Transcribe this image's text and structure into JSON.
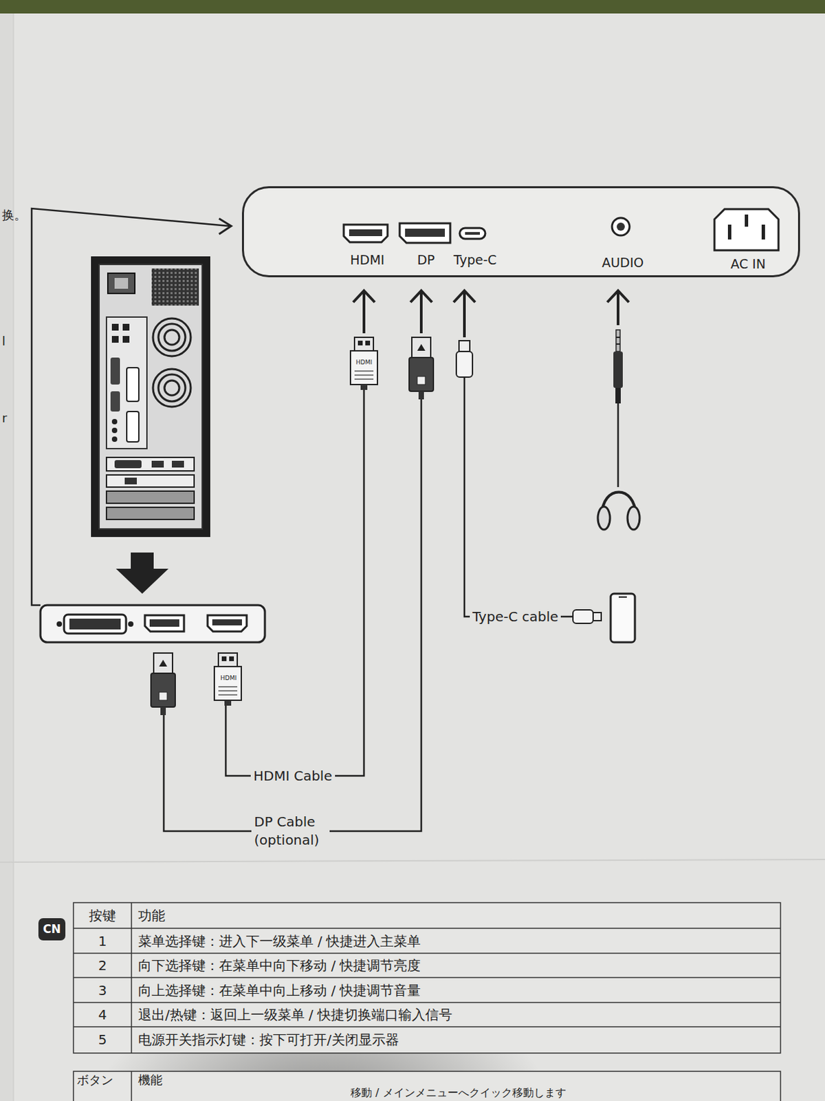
{
  "diagram": {
    "nodes": [
      {
        "text": [
          "HDMI",
          "DP",
          "Type-C",
          "AUDIO",
          "AC IN"
        ]
      },
      {
        "text": [
          "CN"
        ]
      }
    ],
    "labels": [
      "换。",
      "l",
      "r",
      "HDMI",
      "HDMI",
      "Type-C cable",
      "HDMI Cable",
      "DP Cable (optional)",
      "按键",
      "功能",
      "1",
      "菜单选择键：进入下一级菜单 / 快捷进入主菜单",
      "2",
      "向下选择键：在菜单中向下移动 / 快捷调节亮度",
      "3",
      "向上选择键：在菜单中向上移动 / 快捷调节音量",
      "4",
      "退出/热键：返回上一级菜单 / 快捷切换端口输入信号",
      "5",
      "电源开关指示灯键：按下可打开/关闭显示器",
      "ボタン",
      "機能",
      "移動 / メインメニューへクイック移動します"
    ]
  }
}
